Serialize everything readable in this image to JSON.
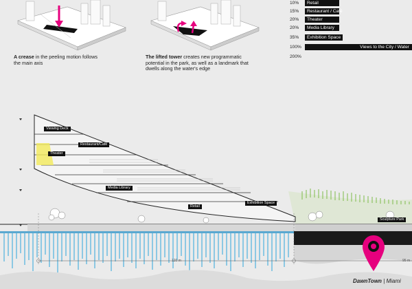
{
  "captions": {
    "left_bold": "A crease",
    "left_rest": " in the peeling motion follows the main axis",
    "right_bold": "The lifted tower",
    "right_rest": " creates new programmatic potential in the park, as well as a landmark that dwells along the water's edge"
  },
  "program": [
    {
      "pct": "10%",
      "label": "Retail",
      "value": 10
    },
    {
      "pct": "15%",
      "label": "Restaurant / Café",
      "value": 15
    },
    {
      "pct": "20%",
      "label": "Theater",
      "value": 20
    },
    {
      "pct": "20%",
      "label": "Media Library",
      "value": 20
    },
    {
      "pct": "35%",
      "label": "Exhibition Space",
      "value": 35
    },
    {
      "pct": "100%",
      "label": "Views to the City / Water",
      "value": 100
    }
  ],
  "program_total": "200%",
  "section_labels": {
    "viewing_deck": "Viewing Deck",
    "restaurant": "Restaurant/Café",
    "theater": "Theater",
    "media_library": "Media Library",
    "retail": "Retail",
    "exhibition": "Exhibition Space",
    "sculpture_park": "Sculpture Park"
  },
  "dimensions": {
    "left": "120 m",
    "right": "95 m"
  },
  "brand": {
    "name": "DawnTown",
    "city": "Miami"
  },
  "colors": {
    "accent": "#e6007e",
    "water": "#8cc8e3",
    "park": "#7dbb4a",
    "highlight": "#f3ea5a"
  }
}
